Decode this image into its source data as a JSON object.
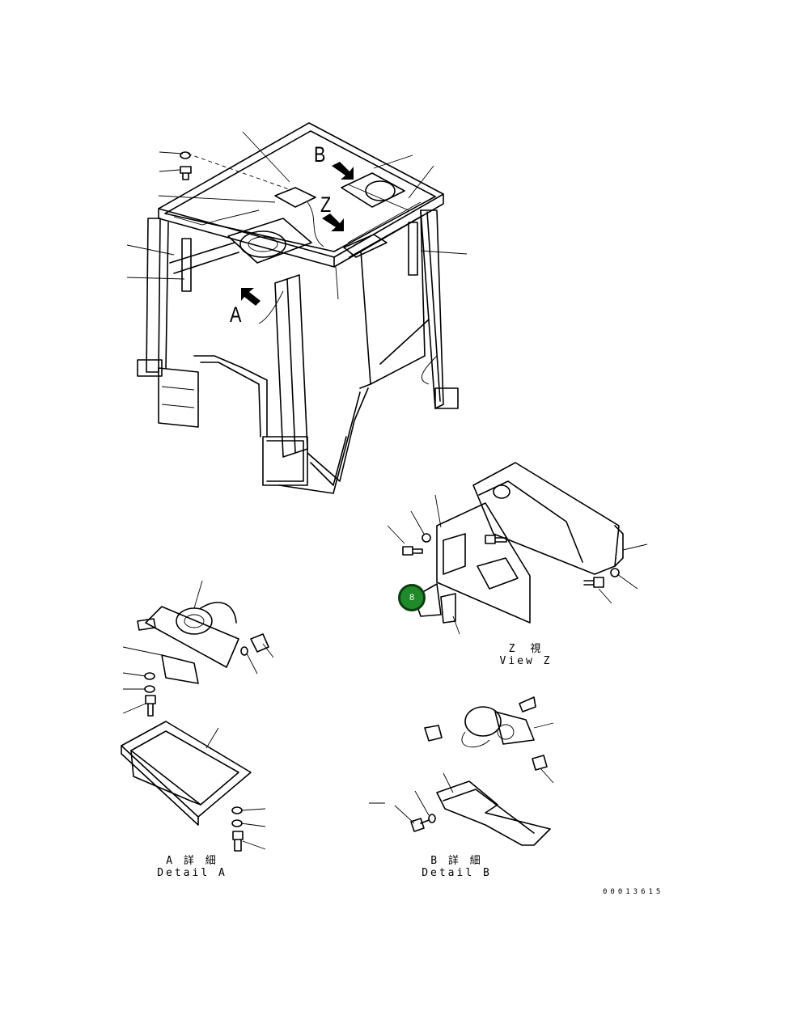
{
  "view_letters": {
    "b": "B",
    "z": "Z",
    "a": "A"
  },
  "captions": {
    "view_z": {
      "jp": "Z　視",
      "en": "View Z"
    },
    "detail_a": {
      "jp": "A 詳 細",
      "en": "Detail A"
    },
    "detail_b": {
      "jp": "B 詳 細",
      "en": "Detail B"
    }
  },
  "callout": {
    "label": "8",
    "color": "#1f8a2a"
  },
  "document_number": "00013615",
  "icons": {
    "view_arrow": "view-arrow-icon",
    "bolt": "bolt-icon",
    "washer": "washer-icon"
  }
}
